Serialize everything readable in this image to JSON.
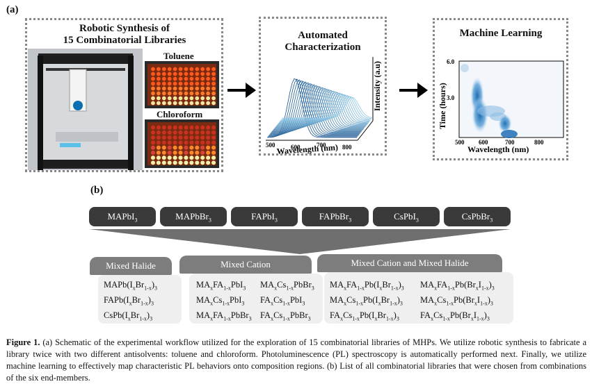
{
  "panel_a_label": "(a)",
  "panel_b_label": "(b)",
  "synthesis": {
    "title_line1": "Robotic Synthesis of",
    "title_line2": "15 Combinatorial Libraries",
    "toluene_label": "Toluene",
    "chloroform_label": "Chloroform"
  },
  "characterization": {
    "title_line1": "Automated",
    "title_line2": "Characterization",
    "x_axis_label": "Wavelength (nm)",
    "y_axis_label": "Intensity (a.u)",
    "x_ticks": [
      "500",
      "600",
      "700",
      "800"
    ]
  },
  "ml": {
    "title": "Machine Learning",
    "x_axis_label": "Wavelength (nm)",
    "y_axis_label": "Time (hours)",
    "x_ticks": [
      "500",
      "600",
      "700",
      "800"
    ],
    "y_ticks": [
      "6.0",
      "3.0"
    ]
  },
  "end_members": [
    "MAPbI3",
    "MAPbBr3",
    "FAPbI3",
    "FAPbBr3",
    "CsPbI3",
    "CsPbBr3"
  ],
  "categories": [
    {
      "name": "Mixed Halide",
      "items": [
        "MAPb(IxBr1-x)3",
        "FAPb(IxBr1-x)3",
        "CsPb(IxBr1-x)3"
      ]
    },
    {
      "name": "Mixed Cation",
      "items": [
        "MAxFA1-xPbI3",
        "MAxCs1-xPbBr3",
        "MAxCs1-xPbI3",
        "FAxCs1-xPbI3",
        "MAxFA1-xPbBr3",
        "FAxCs1-xPbBr3"
      ]
    },
    {
      "name": "Mixed Cation and Mixed Halide",
      "items": [
        "MAxFA1-xPb(IxBr1-x)3",
        "MAxFA1-xPb(BrxI1-x)3",
        "MAxCs1-xPb(IxBr1-x)3",
        "MAxCs1-xPb(BrxI1-x)3",
        "FAxCs1-xPb(IxBr1-x)3",
        "FAxCs1-xPb(BrxI1-x)3"
      ]
    }
  ],
  "caption": {
    "label": "Figure 1.",
    "text": " (a) Schematic of the experimental workflow utilized for the exploration of 15 combinatorial libraries of MHPs. We utilize robotic synthesis to fabricate a library twice with two different antisolvents: toluene and chloroform. Photoluminescence (PL) spectroscopy is automatically performed next. Finally, we utilize machine learning to effectively map characteristic PL behaviors onto composition regions. (b) List of all combinatorial libraries that were chosen from combinations of the six end-members."
  },
  "colors": {
    "pill": "#3a3a3a",
    "category_header": "#7d7d7d",
    "category_body": "#efefef",
    "dotted_border": "#888888"
  }
}
